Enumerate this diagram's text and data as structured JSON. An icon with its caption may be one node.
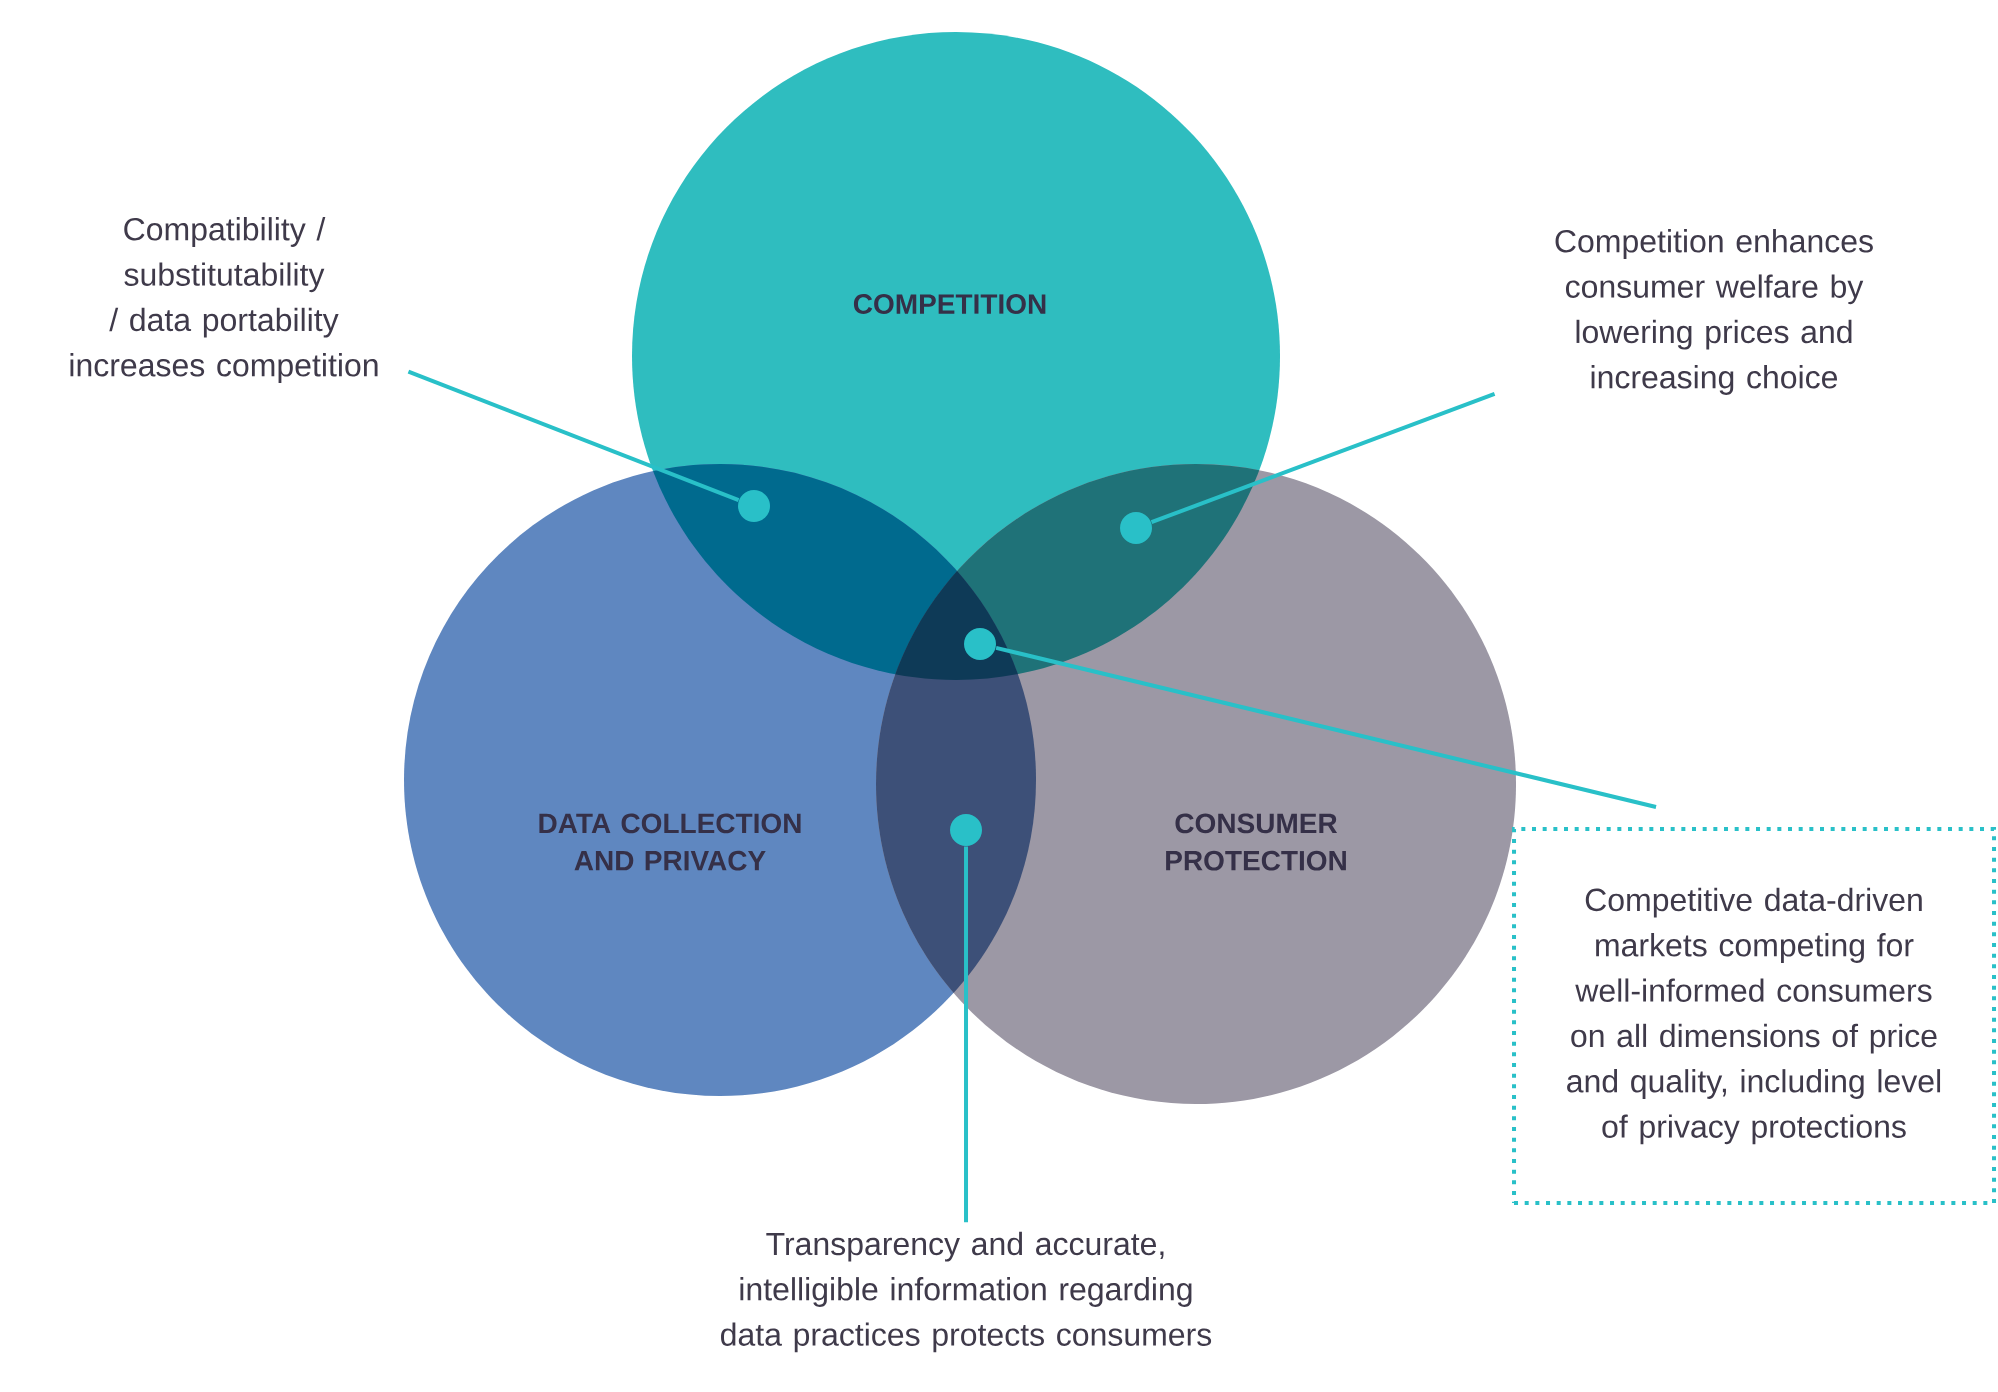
{
  "diagram": {
    "nodes": [
      {
        "text": [
          "COMPETITION"
        ]
      },
      {
        "text": [
          "DATA COLLECTION AND PRIVACY"
        ]
      },
      {
        "text": [
          "CONSUMER PROTECTION"
        ]
      },
      {
        "text": [
          "Compatibility / substitutability / data portability increases competition"
        ]
      },
      {
        "text": [],
        "shape": "circle"
      },
      {
        "text": [
          "Competition enhances consumer welfare by lowering prices and increasing choice"
        ]
      },
      {
        "text": [],
        "shape": "circle"
      },
      {
        "text": [
          "Competitive data-driven markets competing for well-informed consumers on all dimensions of price and quality, including level of privacy protections"
        ]
      },
      {
        "text": [],
        "shape": "circle"
      },
      {
        "text": [
          "Transparency and accurate, intelligible information regarding data practices protects consumers"
        ]
      },
      {
        "text": [],
        "shape": "circle"
      }
    ],
    "edges": [
      {
        "from": 3,
        "to": 4,
        "arrow": "none"
      },
      {
        "from": 5,
        "to": 6,
        "arrow": "none"
      },
      {
        "from": 7,
        "to": 8,
        "arrow": "none"
      },
      {
        "from": 9,
        "to": 10,
        "arrow": "none"
      }
    ]
  }
}
